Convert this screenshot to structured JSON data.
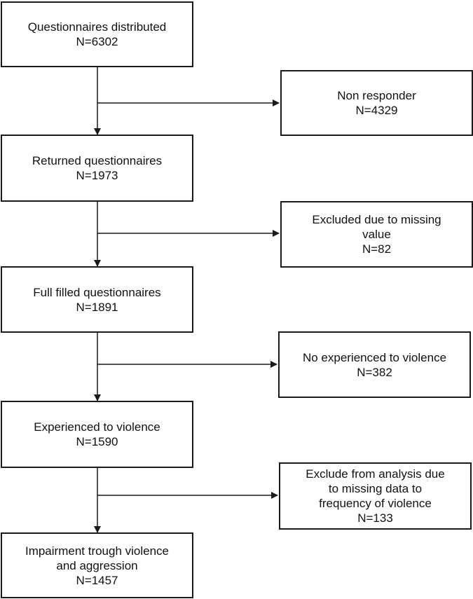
{
  "main_flow": [
    {
      "lines": [
        "Questionnaires distributed",
        "N=6302"
      ]
    },
    {
      "lines": [
        "Returned questionnaires",
        "N=1973"
      ]
    },
    {
      "lines": [
        "Full filled questionnaires",
        "N=1891"
      ]
    },
    {
      "lines": [
        "Experienced to violence",
        "N=1590"
      ]
    },
    {
      "lines": [
        "Impairment trough violence",
        "and aggression",
        "N=1457"
      ]
    }
  ],
  "exclusions": [
    {
      "lines": [
        "Non responder",
        "N=4329"
      ]
    },
    {
      "lines": [
        "Excluded due to missing",
        "value",
        "N=82"
      ]
    },
    {
      "lines": [
        "No experienced to violence",
        "N=382"
      ]
    },
    {
      "lines": [
        "Exclude from analysis due",
        "to missing data to",
        "frequency of violence",
        "N=133"
      ]
    }
  ]
}
